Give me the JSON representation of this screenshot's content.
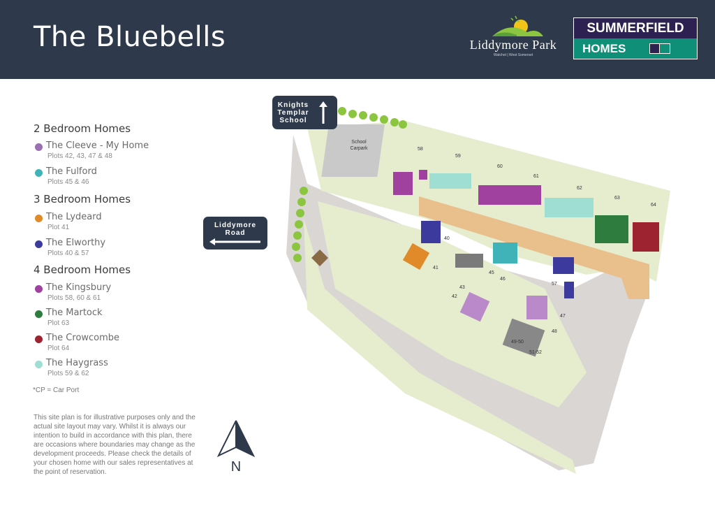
{
  "header": {
    "title": "The Bluebells",
    "liddymore_logo": {
      "name": "Liddymore Park",
      "sub": "Watchet | West Somerset"
    },
    "summerfield_logo": {
      "top": "SUMMERFIELD",
      "bottom": "HOMES",
      "colors": {
        "top_bg": "#2c2150",
        "bottom_bg": "#0f8f78"
      }
    }
  },
  "legend": {
    "sections": [
      {
        "heading": "2 Bedroom Homes",
        "items": [
          {
            "name": "The Cleeve - My Home",
            "plots": "Plots 42, 43, 47 & 48",
            "color": "#9b6fb0"
          },
          {
            "name": "The Fulford",
            "plots": "Plots 45 & 46",
            "color": "#3fb3b8"
          }
        ]
      },
      {
        "heading": "3 Bedroom Homes",
        "items": [
          {
            "name": "The Lydeard",
            "plots": "Plot 41",
            "color": "#e08a2a"
          },
          {
            "name": "The Elworthy",
            "plots": "Plots 40 & 57",
            "color": "#3d3a9e"
          }
        ]
      },
      {
        "heading": "4 Bedroom Homes",
        "items": [
          {
            "name": "The Kingsbury",
            "plots": "Plots 58, 60 & 61",
            "color": "#a0419f"
          },
          {
            "name": "The Martock",
            "plots": "Plot 63",
            "color": "#2e7d3e"
          },
          {
            "name": "The Crowcombe",
            "plots": "Plot 64",
            "color": "#9e2330"
          },
          {
            "name": "The Haygrass",
            "plots": "Plots 59 & 62",
            "color": "#9fded2"
          }
        ]
      }
    ],
    "cp_note": "*CP = Car Port",
    "disclaimer": "This site plan is for illustrative purposes only and the actual site layout may vary. Whilst it is always our intention to build in accordance with this plan, there are occasions where boundaries may change as the development proceeds. Please check the details of your chosen home with our sales representatives at the point of reservation."
  },
  "map": {
    "callout_school": {
      "line1": "Knights",
      "line2": "Templar",
      "line3": "School"
    },
    "callout_road": {
      "line1": "Liddymore",
      "line2": "Road"
    },
    "school_carpark": {
      "line1": "School",
      "line2": "Carpark"
    },
    "north_label": "N",
    "plot_labels": [
      "58",
      "59",
      "60",
      "61",
      "62",
      "63",
      "64",
      "40",
      "41",
      "42",
      "43",
      "45",
      "46",
      "47",
      "48",
      "57",
      "49-50",
      "51-52"
    ],
    "colors": {
      "field": "#e6edcf",
      "road": "#d9d6d3",
      "orange_road": "#e9bf8b",
      "trees": "#8cc540"
    }
  }
}
